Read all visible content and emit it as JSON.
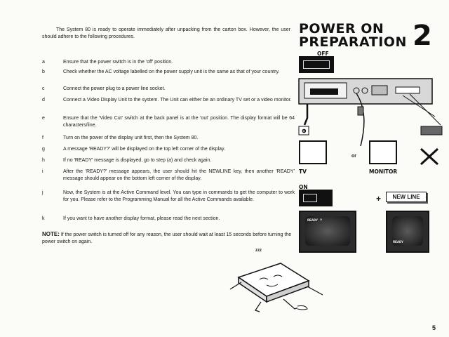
{
  "intro": "The System 80 is ready to operate immediately after unpacking from the carton box. However, the user should adhere to the following procedures.",
  "steps": [
    {
      "letter": "a",
      "text": "Ensure that the power switch is in the 'off' position."
    },
    {
      "letter": "b",
      "text": "Check whether the AC voltage labelled on the power supply unit is the same as that of your country."
    },
    {
      "letter": "c",
      "text": "Connect the power plug to a power line socket."
    },
    {
      "letter": "d",
      "text": "Connect a Video Display Unit to the system. The Unit can either be an ordinary TV set or a video monitor."
    },
    {
      "letter": "e",
      "text": "Ensure that the 'Video Cut' switch at the back panel is at the 'out' position. The display format will be 64 characters/line."
    },
    {
      "letter": "f",
      "text": "Turn on the power of the display unit first, then the System 80."
    },
    {
      "letter": "g",
      "text": "A message 'READY?' will be displayed on the top left corner of the display."
    },
    {
      "letter": "h",
      "text": "If no 'READY' message is displayed, go to step (a) and check again."
    },
    {
      "letter": "i",
      "text": "After the 'READY?' message appears, the user should hit the NEWLINE key, then another 'READY' message should appear on the bottom left corner of the display."
    },
    {
      "letter": "j",
      "text": "Now, the System is at the Active Command level. You can type in commands to get the computer to work for you. Please refer to the Programming Manual for all the Active Commands available."
    },
    {
      "letter": "k",
      "text": "If you want to have another display format, please read the next section."
    }
  ],
  "note": {
    "label": "NOTE:",
    "text": "If the power switch is turned off for any reason, the user should wait at least 15 seconds before turning the power switch on again."
  },
  "header": {
    "title_line1": "POWER ON",
    "title_line2": "PREPARATION",
    "chapter": "2"
  },
  "illustration": {
    "off_label": "OFF",
    "on_label": "ON",
    "tv_label": "TV",
    "or_label": "or",
    "monitor_label": "MONITOR",
    "plus": "+",
    "newline_key": "NEW LINE",
    "screen1_text": "READY ?",
    "screen2_text": "READY",
    "sleep_text": "zzz"
  },
  "page_number": "5"
}
